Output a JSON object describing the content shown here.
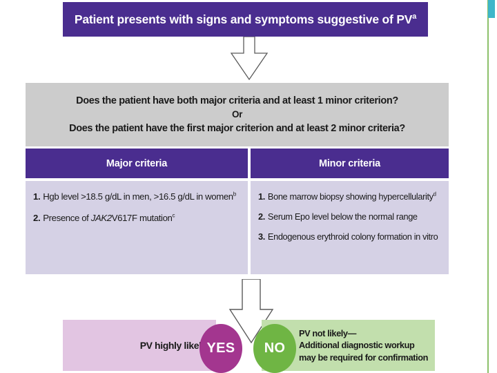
{
  "header": {
    "text": "Patient presents with signs and symptoms suggestive of PV",
    "superscript": "a",
    "bg_color": "#4A2D8F",
    "text_color": "#FFFFFF"
  },
  "question": {
    "line1": "Does the patient have both major criteria and at least 1 minor criterion?",
    "connector": "Or",
    "line2": "Does the patient have the first major criterion and at least 2 minor criteria?",
    "bg_color": "#CCCCCC"
  },
  "criteria": {
    "major": {
      "header": "Major criteria",
      "items": [
        {
          "num": "1.",
          "text": "Hgb level >18.5 g/dL in men, >16.5 g/dL in women",
          "superscript": "b"
        },
        {
          "num": "2.",
          "text_before": "Presence of ",
          "gene": "JAK2",
          "text_after": "V617F mutation",
          "superscript": "c"
        }
      ]
    },
    "minor": {
      "header": "Minor criteria",
      "items": [
        {
          "num": "1.",
          "text": "Bone marrow biopsy showing hypercellularity",
          "superscript": "d"
        },
        {
          "num": "2.",
          "text": "Serum Epo level below the normal range",
          "superscript": ""
        },
        {
          "num": "3.",
          "text": "Endogenous erythroid colony formation in vitro",
          "superscript": ""
        }
      ]
    },
    "header_bg_color": "#4A2D8F",
    "body_bg_color": "#D5D1E5"
  },
  "outcomes": {
    "yes": {
      "badge": "YES",
      "badge_color": "#A3368F",
      "label": "PV highly likely",
      "panel_color": "#E2C5E2"
    },
    "no": {
      "badge": "NO",
      "badge_color": "#6FB544",
      "line1": "PV not likely—",
      "line2": "Additional diagnostic workup",
      "line3": "may be required for confirmation",
      "panel_color": "#C2DFAD"
    }
  },
  "decorations": {
    "edge_line_color": "#8CC06A",
    "edge_square_color": "#3FB6C9"
  }
}
